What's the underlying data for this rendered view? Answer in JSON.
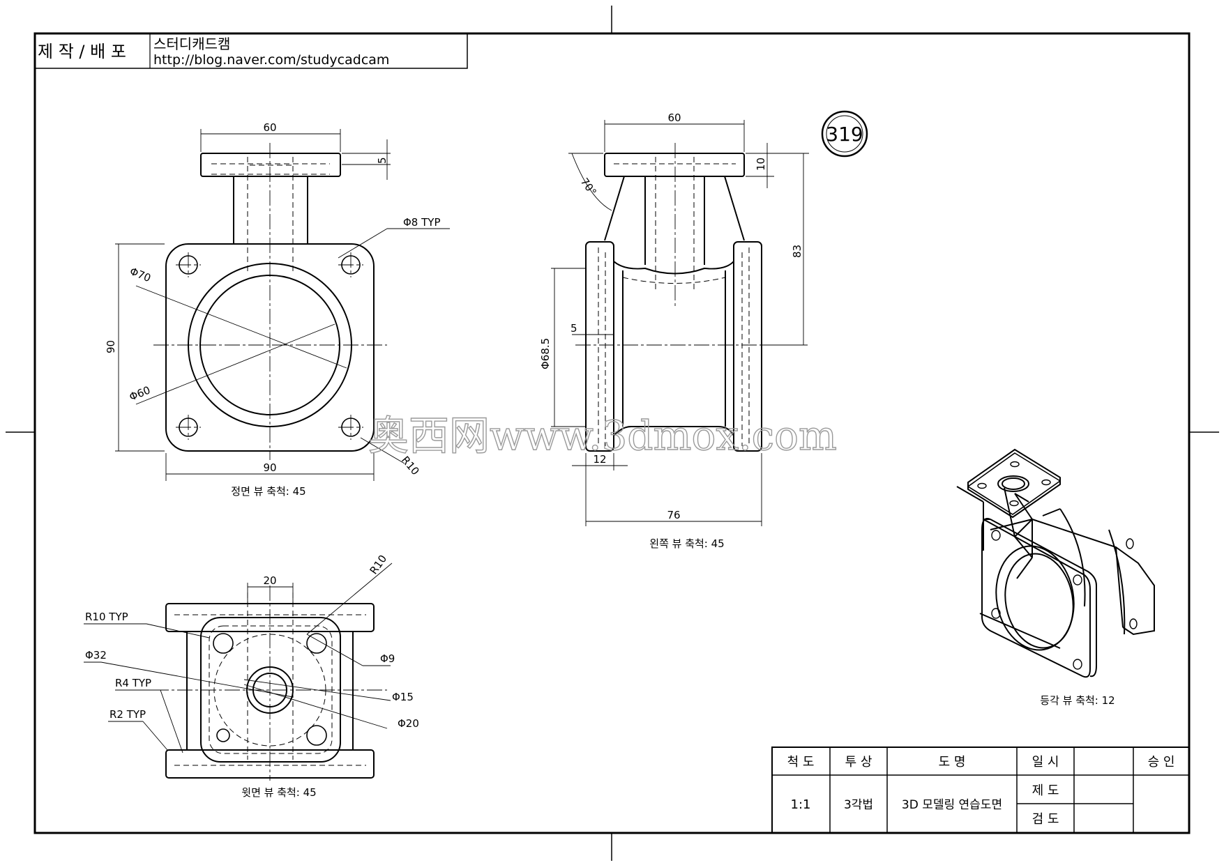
{
  "header": {
    "label": "제 작 / 배 포",
    "author": "스터디캐드캠",
    "url": "http://blog.naver.com/studycadcam"
  },
  "drawing_number": "319",
  "views": {
    "front": {
      "caption": "정면 뷰 축척: 45",
      "dims": {
        "top_width": "60",
        "flange_thk": "5",
        "hole": "Φ8 TYP",
        "od": "Φ70",
        "id": "Φ60",
        "height": "90",
        "width": "90",
        "radius": "R10"
      }
    },
    "left": {
      "caption": "왼쪽 뷰 축척: 45",
      "dims": {
        "top_width": "60",
        "thk": "10",
        "angle": "70°",
        "height": "83",
        "dia": "Φ68.5",
        "wall": "5",
        "flange": "12",
        "width": "76"
      }
    },
    "top": {
      "caption": "윗면 뷰 축척: 45",
      "dims": {
        "width": "20",
        "r10": "R10",
        "r10typ": "R10 TYP",
        "d9": "Φ9",
        "d32": "Φ32",
        "r4": "R4 TYP",
        "r2": "R2 TYP",
        "d15": "Φ15",
        "d20": "Φ20"
      }
    },
    "iso": {
      "caption": "등각 뷰 축척: 12"
    }
  },
  "title_block": {
    "scale_label": "척 도",
    "scale_value": "1:1",
    "projection_label": "투 상",
    "projection_value": "3각법",
    "name_label": "도 명",
    "name_value": "3D 모델링 연습도면",
    "date_label": "일 시",
    "approve_label": "승 인",
    "drawn_label": "제 도",
    "checked_label": "검 도"
  },
  "watermark": "奥西网www.3dmox.com"
}
